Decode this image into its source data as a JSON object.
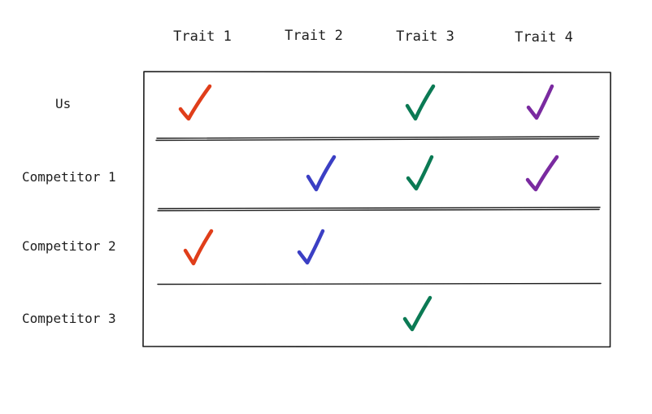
{
  "traits": [
    "Trait 1",
    "Trait 2",
    "Trait 3",
    "Trait 4"
  ],
  "rows": [
    {
      "label": "Us",
      "checks": [
        true,
        false,
        true,
        true
      ]
    },
    {
      "label": "Competitor 1",
      "checks": [
        false,
        true,
        true,
        true
      ]
    },
    {
      "label": "Competitor 2",
      "checks": [
        true,
        true,
        false,
        false
      ]
    },
    {
      "label": "Competitor 3",
      "checks": [
        false,
        false,
        true,
        false
      ]
    }
  ],
  "colors": {
    "ink": "#1e1e1e",
    "trait_checks": [
      "#e03e1a",
      "#3b3fc4",
      "#0b7a54",
      "#7a2aa0"
    ]
  },
  "icon": "check-icon"
}
